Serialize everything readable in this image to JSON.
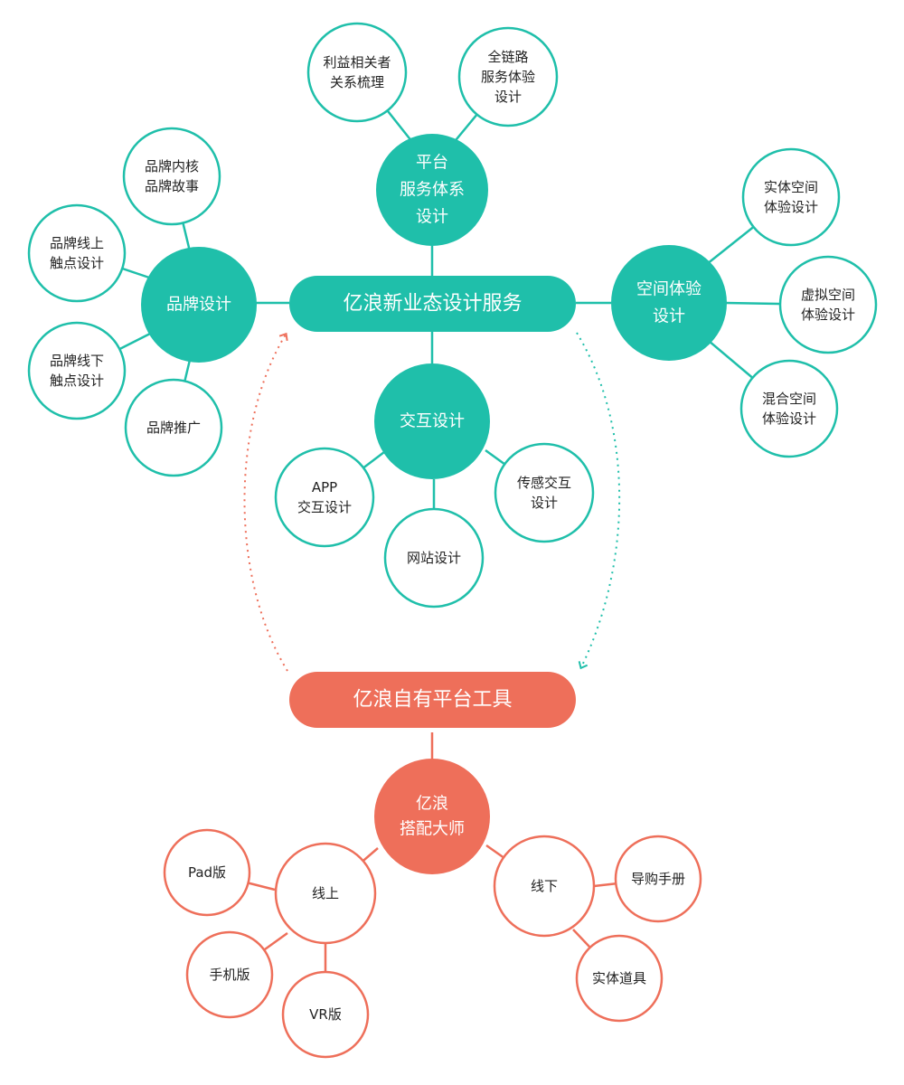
{
  "colors": {
    "teal": "#1fbfaa",
    "coral": "#ee6f5a",
    "white": "#ffffff",
    "dark_text": "#222222"
  },
  "center": {
    "label": "亿浪新业态设计服务"
  },
  "platform": {
    "label_lines": [
      "平台",
      "服务体系",
      "设计"
    ],
    "children": [
      {
        "lines": [
          "利益相关者",
          "关系梳理"
        ]
      },
      {
        "lines": [
          "全链路",
          "服务体验",
          "设计"
        ]
      }
    ]
  },
  "brand": {
    "label_lines": [
      "品牌设计"
    ],
    "children": [
      {
        "lines": [
          "品牌内核",
          "品牌故事"
        ]
      },
      {
        "lines": [
          "品牌线上",
          "触点设计"
        ]
      },
      {
        "lines": [
          "品牌线下",
          "触点设计"
        ]
      },
      {
        "lines": [
          "品牌推广"
        ]
      }
    ]
  },
  "space": {
    "label_lines": [
      "空间体验",
      "设计"
    ],
    "children": [
      {
        "lines": [
          "实体空间",
          "体验设计"
        ]
      },
      {
        "lines": [
          "虚拟空间",
          "体验设计"
        ]
      },
      {
        "lines": [
          "混合空间",
          "体验设计"
        ]
      }
    ]
  },
  "interaction": {
    "label_lines": [
      "交互设计"
    ],
    "children": [
      {
        "lines": [
          "APP",
          "交互设计"
        ]
      },
      {
        "lines": [
          "网站设计"
        ]
      },
      {
        "lines": [
          "传感交互",
          "设计"
        ]
      }
    ]
  },
  "tools": {
    "label": "亿浪自有平台工具"
  },
  "matcher": {
    "label_lines": [
      "亿浪",
      "搭配大师"
    ],
    "online": {
      "label": "线上",
      "children": [
        {
          "lines": [
            "Pad版"
          ]
        },
        {
          "lines": [
            "手机版"
          ]
        },
        {
          "lines": [
            "VR版"
          ]
        }
      ]
    },
    "offline": {
      "label": "线下",
      "children": [
        {
          "lines": [
            "导购手册"
          ]
        },
        {
          "lines": [
            "实体道具"
          ]
        }
      ]
    }
  }
}
